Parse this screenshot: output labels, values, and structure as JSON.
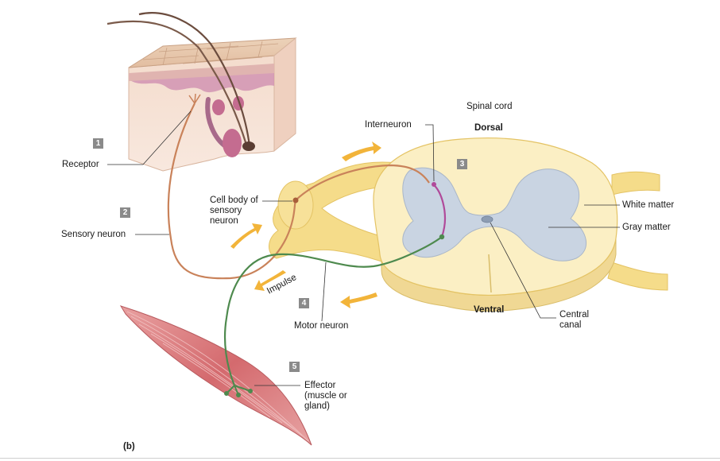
{
  "steps": [
    "1",
    "2",
    "3",
    "4",
    "5"
  ],
  "labels": {
    "receptor": "Receptor",
    "sensory_neuron": "Sensory neuron",
    "cell_body": "Cell body of sensory neuron",
    "interneuron": "Interneuron",
    "spinal_cord": "Spinal cord",
    "dorsal": "Dorsal",
    "ventral": "Ventral",
    "white_matter": "White matter",
    "gray_matter": "Gray matter",
    "central_canal": "Central canal",
    "impulse": "Impulse",
    "motor_neuron": "Motor neuron",
    "effector": "Effector (muscle or gland)",
    "panel": "(b)"
  },
  "colors": {
    "sensory": "#c9825a",
    "interneuron": "#b04a9a",
    "motor": "#4e8a4e",
    "white_matter": "#fbefc4",
    "gray_matter": "#c9d4e2",
    "nerve": "#f5dc8a",
    "arrow": "#f2b43a",
    "muscle": "#d9787a",
    "skin": "#f3d7c6"
  }
}
